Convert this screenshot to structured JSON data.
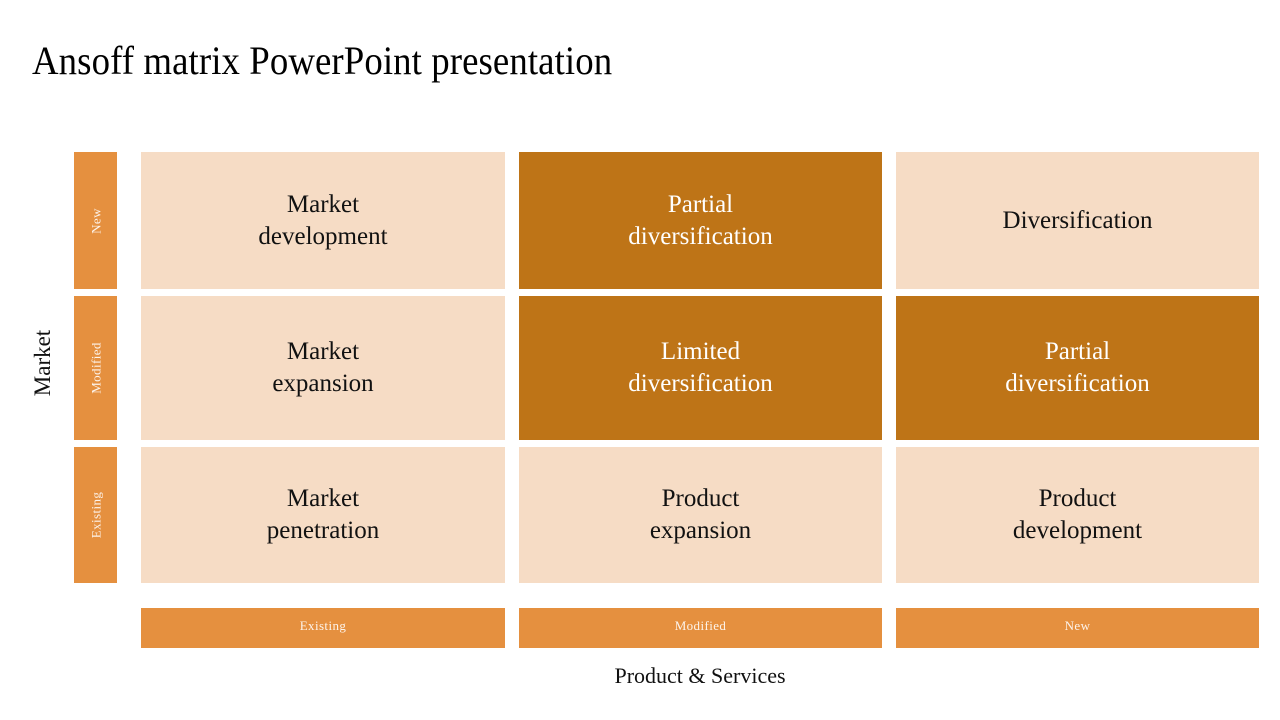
{
  "title": "Ansoff matrix PowerPoint presentation",
  "axes": {
    "y_title": "Market",
    "x_title": "Product & Services"
  },
  "colors": {
    "label_orange": "#e5903f",
    "cell_light": "#f6dcc5",
    "cell_dark": "#be7417",
    "text_dark": "#111111",
    "text_light": "#ffffff",
    "background": "#ffffff"
  },
  "chart_data": {
    "type": "table",
    "title": "Ansoff matrix PowerPoint presentation",
    "xlabel": "Product & Services",
    "ylabel": "Market",
    "columns": [
      "Existing",
      "Modified",
      "New"
    ],
    "rows": [
      "New",
      "Modified",
      "Existing"
    ],
    "cells": [
      [
        {
          "label": "Market development",
          "emphasis": "light"
        },
        {
          "label": "Partial diversification",
          "emphasis": "dark"
        },
        {
          "label": "Diversification",
          "emphasis": "light"
        }
      ],
      [
        {
          "label": "Market expansion",
          "emphasis": "light"
        },
        {
          "label": "Limited diversification",
          "emphasis": "dark"
        },
        {
          "label": "Partial diversification",
          "emphasis": "dark"
        }
      ],
      [
        {
          "label": "Market penetration",
          "emphasis": "light"
        },
        {
          "label": "Product expansion",
          "emphasis": "light"
        },
        {
          "label": "Product development",
          "emphasis": "light"
        }
      ]
    ]
  },
  "matrix": {
    "row_labels": [
      {
        "text": "New"
      },
      {
        "text": "Modified"
      },
      {
        "text": "Existing"
      }
    ],
    "column_labels": [
      {
        "text": "Existing"
      },
      {
        "text": "Modified"
      },
      {
        "text": "New"
      }
    ],
    "cells": [
      {
        "line1": "Market",
        "line2": "development"
      },
      {
        "line1": "Partial",
        "line2": "diversification"
      },
      {
        "line1": "Diversification",
        "line2": ""
      },
      {
        "line1": "Market",
        "line2": "expansion"
      },
      {
        "line1": "Limited",
        "line2": "diversification"
      },
      {
        "line1": "Partial",
        "line2": "diversification"
      },
      {
        "line1": "Market",
        "line2": "penetration"
      },
      {
        "line1": "Product",
        "line2": "expansion"
      },
      {
        "line1": "Product",
        "line2": "development"
      }
    ]
  }
}
